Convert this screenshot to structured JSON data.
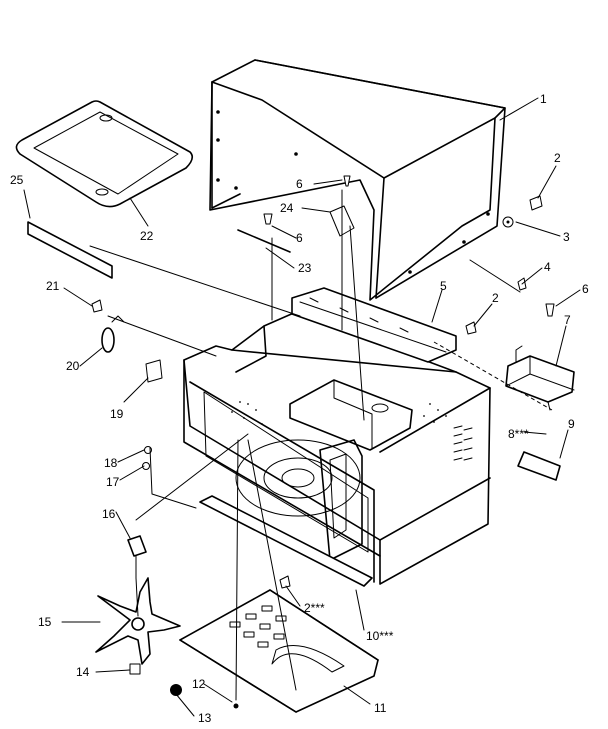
{
  "diagram": {
    "labels": [
      {
        "id": "p1",
        "text": "1"
      },
      {
        "id": "p2a",
        "text": "2"
      },
      {
        "id": "p3",
        "text": "3"
      },
      {
        "id": "p4",
        "text": "4"
      },
      {
        "id": "p5",
        "text": "5"
      },
      {
        "id": "p2b",
        "text": "2"
      },
      {
        "id": "p6a",
        "text": "6"
      },
      {
        "id": "p6b",
        "text": "6"
      },
      {
        "id": "p6c",
        "text": "6"
      },
      {
        "id": "p7",
        "text": "7"
      },
      {
        "id": "p8",
        "text": "8***"
      },
      {
        "id": "p9",
        "text": "9"
      },
      {
        "id": "p10",
        "text": "10***"
      },
      {
        "id": "p11",
        "text": "11"
      },
      {
        "id": "p12",
        "text": "12"
      },
      {
        "id": "p13",
        "text": "13"
      },
      {
        "id": "p14",
        "text": "14"
      },
      {
        "id": "p15",
        "text": "15"
      },
      {
        "id": "p16",
        "text": "16"
      },
      {
        "id": "p17",
        "text": "17"
      },
      {
        "id": "p18",
        "text": "18"
      },
      {
        "id": "p19",
        "text": "19"
      },
      {
        "id": "p20",
        "text": "20"
      },
      {
        "id": "p21",
        "text": "21"
      },
      {
        "id": "p22",
        "text": "22"
      },
      {
        "id": "p23",
        "text": "23"
      },
      {
        "id": "p24",
        "text": "24"
      },
      {
        "id": "p25",
        "text": "25"
      },
      {
        "id": "p2c",
        "text": "2***"
      }
    ]
  }
}
